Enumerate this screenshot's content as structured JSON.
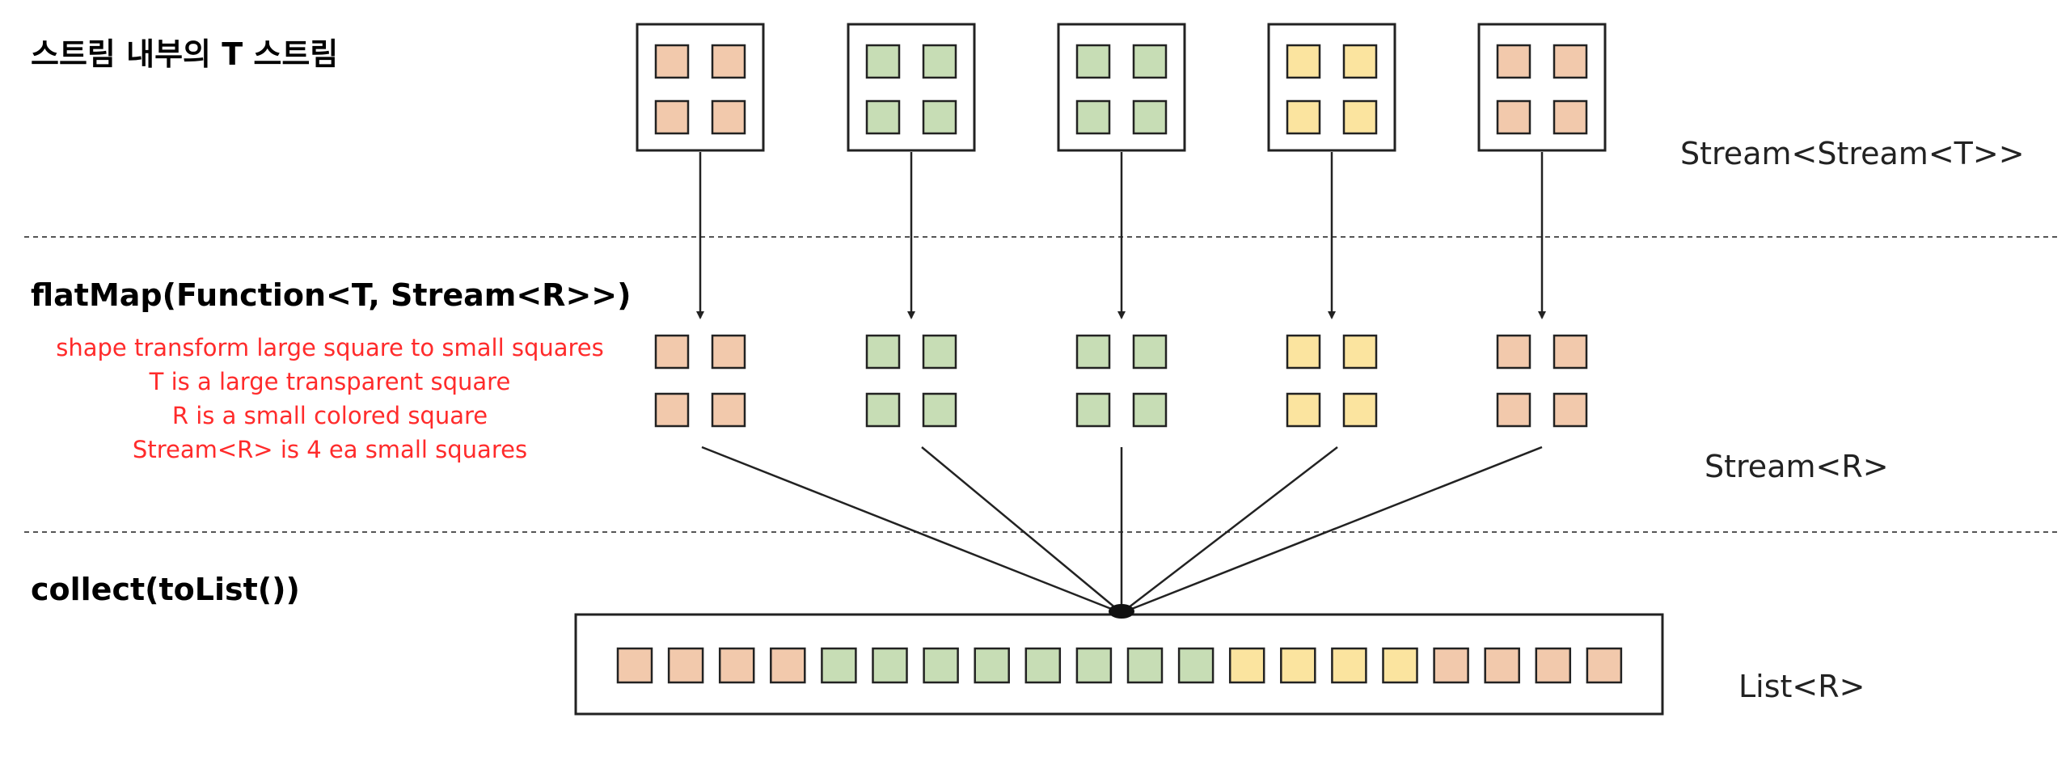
{
  "sections": {
    "top": {
      "title": "스트림 내부의 T 스트림",
      "type_label": "Stream<Stream<T>>"
    },
    "middle": {
      "title": "flatMap(Function<T, Stream<R>>)",
      "type_label": "Stream<R>",
      "notes": [
        "shape transform large square to small squares",
        "T is a large transparent square",
        "R is a small colored square",
        "Stream<R> is 4 ea small squares"
      ]
    },
    "bottom": {
      "title": "collect(toList())",
      "type_label": "List<R>"
    }
  },
  "colors": {
    "orange": "#f2c9ac",
    "green": "#c7ddb5",
    "yellow": "#fbe49f",
    "outline": "#222222",
    "divider": "#555555",
    "note": "#ff2b2b"
  },
  "groups": [
    "orange",
    "green",
    "green",
    "yellow",
    "orange"
  ],
  "list_items": [
    "orange",
    "orange",
    "orange",
    "orange",
    "green",
    "green",
    "green",
    "green",
    "green",
    "green",
    "green",
    "green",
    "yellow",
    "yellow",
    "yellow",
    "yellow",
    "orange",
    "orange",
    "orange",
    "orange"
  ]
}
